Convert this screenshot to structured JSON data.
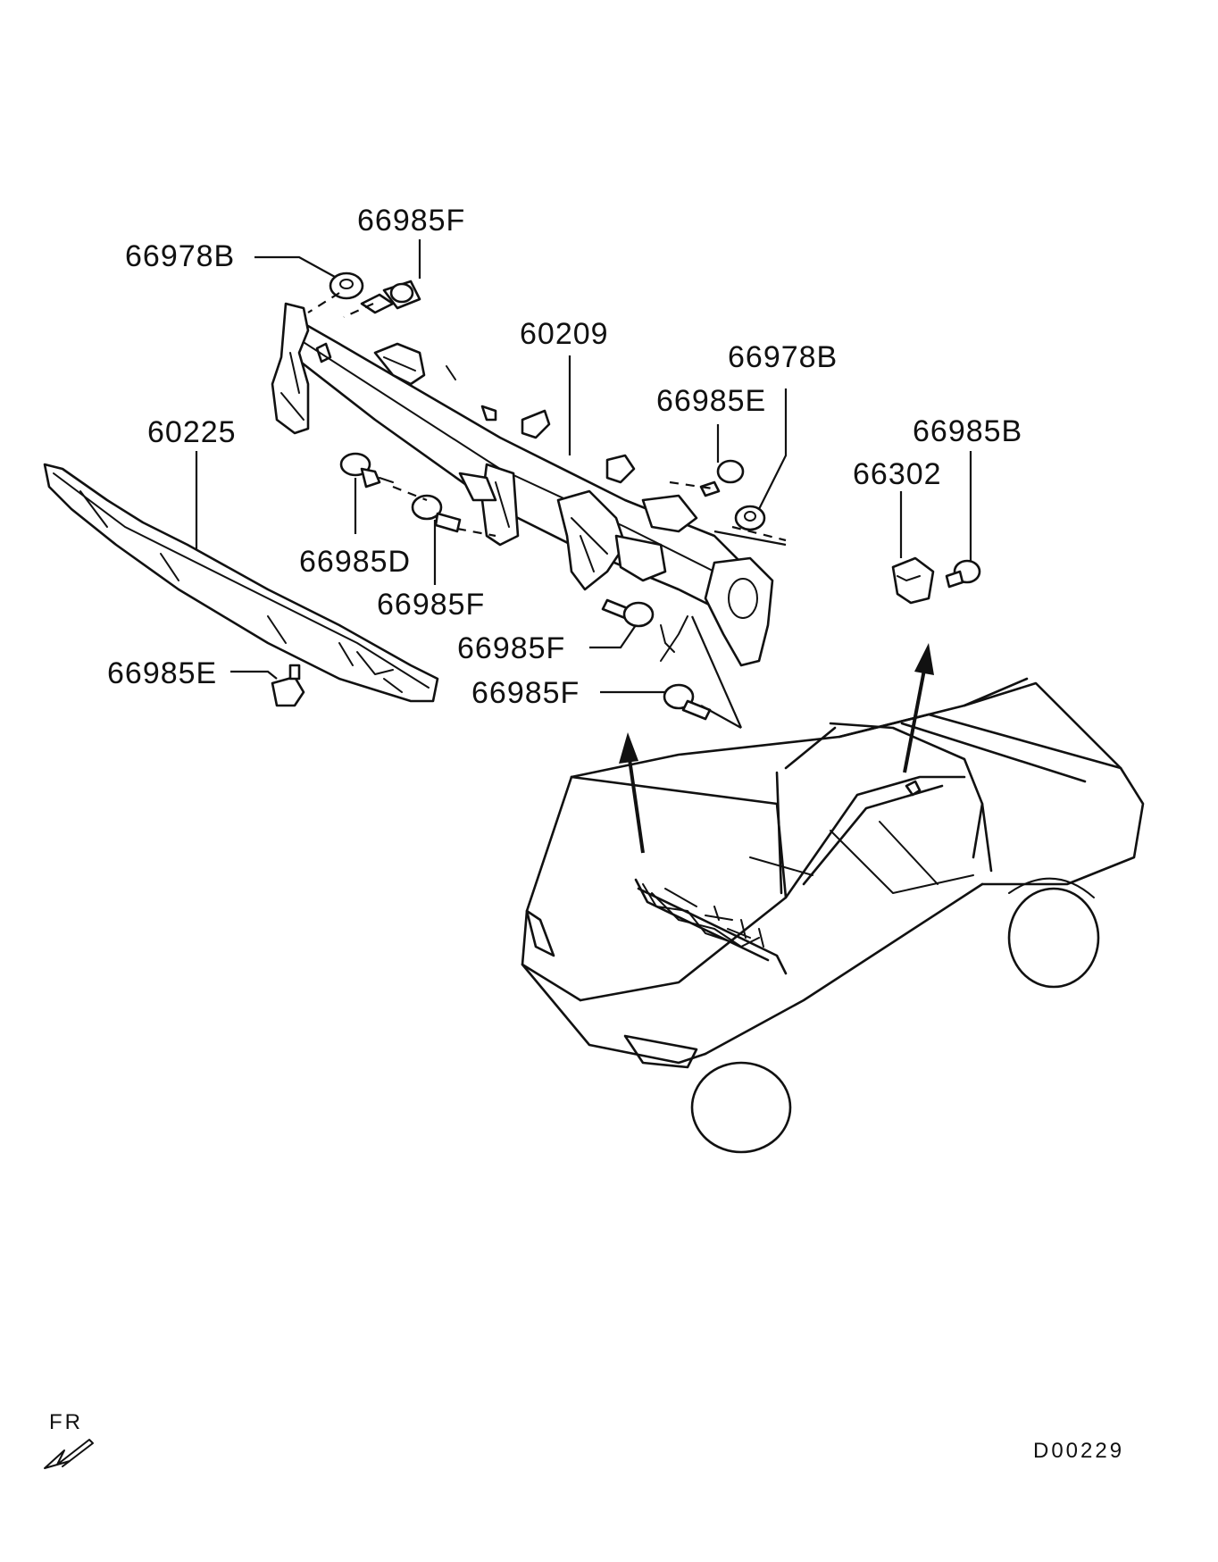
{
  "labels": {
    "l_66985F_top": "66985F",
    "l_66978B_top": "66978B",
    "l_60209": "60209",
    "l_66978B_right": "66978B",
    "l_66985E_mid": "66985E",
    "l_66985B": "66985B",
    "l_66302": "66302",
    "l_60225": "60225",
    "l_66985D": "66985D",
    "l_66985F_mid": "66985F",
    "l_66985F_low1": "66985F",
    "l_66985F_low2": "66985F",
    "l_66985E_left": "66985E"
  },
  "footer": {
    "direction": "FR",
    "diagram_code": "D00229"
  },
  "icons": {
    "direction_arrow": "front-direction-arrow-icon"
  }
}
